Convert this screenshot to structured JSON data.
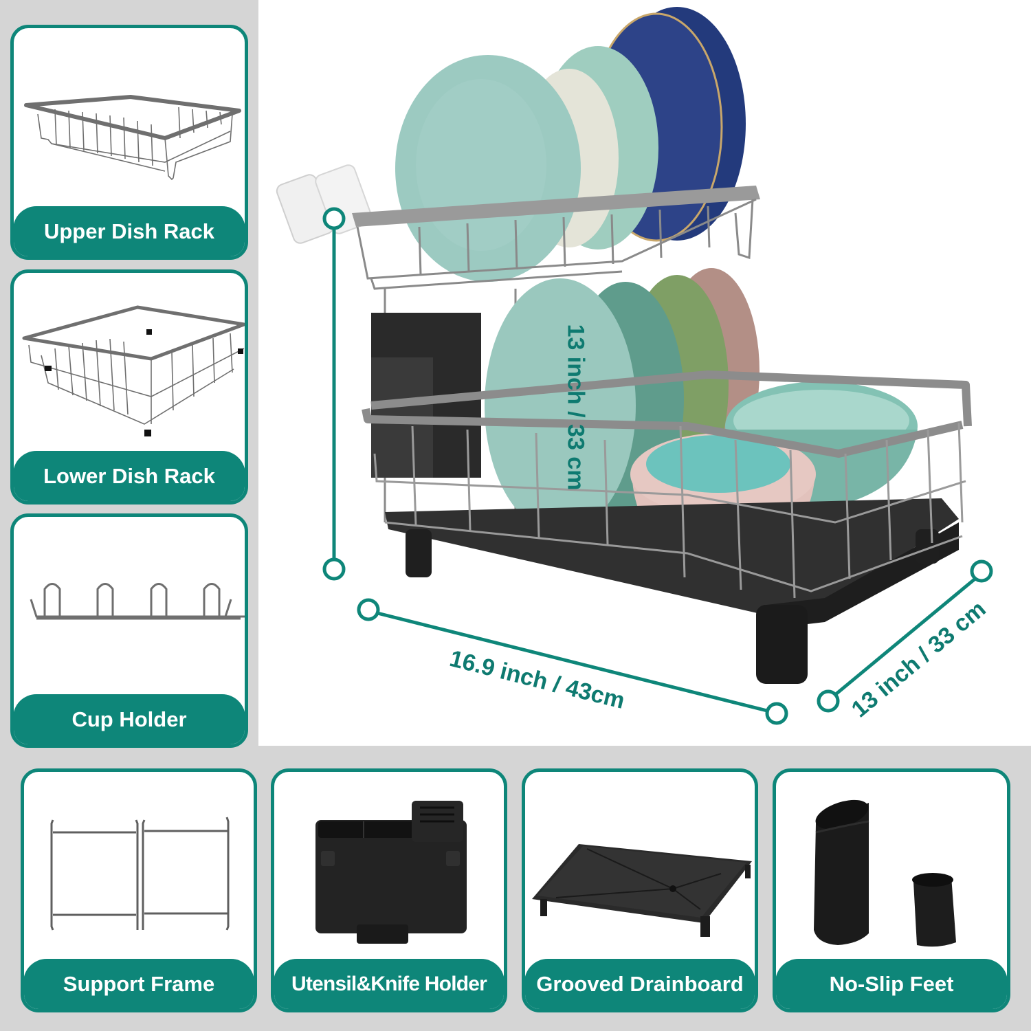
{
  "left_cards": [
    {
      "label": "Upper Dish Rack",
      "image": "upper-dish-rack"
    },
    {
      "label": "Lower Dish Rack",
      "image": "lower-dish-rack"
    },
    {
      "label": "Cup Holder",
      "image": "cup-holder"
    }
  ],
  "bottom_cards": [
    {
      "label": "Support Frame",
      "image": "support-frame"
    },
    {
      "label": "Utensil&Knife Holder",
      "image": "utensil-knife-holder"
    },
    {
      "label": "Grooved Drainboard",
      "image": "grooved-drainboard"
    },
    {
      "label": "No-Slip Feet",
      "image": "no-slip-feet"
    }
  ],
  "main_photo": {
    "subject": "two-tier dish drying rack with plates, bowls and cups",
    "dimensions": {
      "height": "13 inch / 33 cm",
      "width": "16.9 inch / 43cm",
      "depth": "13 inch / 33 cm"
    }
  },
  "colors": {
    "accent_teal": "#0e8679",
    "background_gray": "#d5d5d5",
    "rack_gray": "#8a8a8a",
    "plate_navy": "#2b3f7a",
    "plate_mint": "#9cc8bd"
  }
}
